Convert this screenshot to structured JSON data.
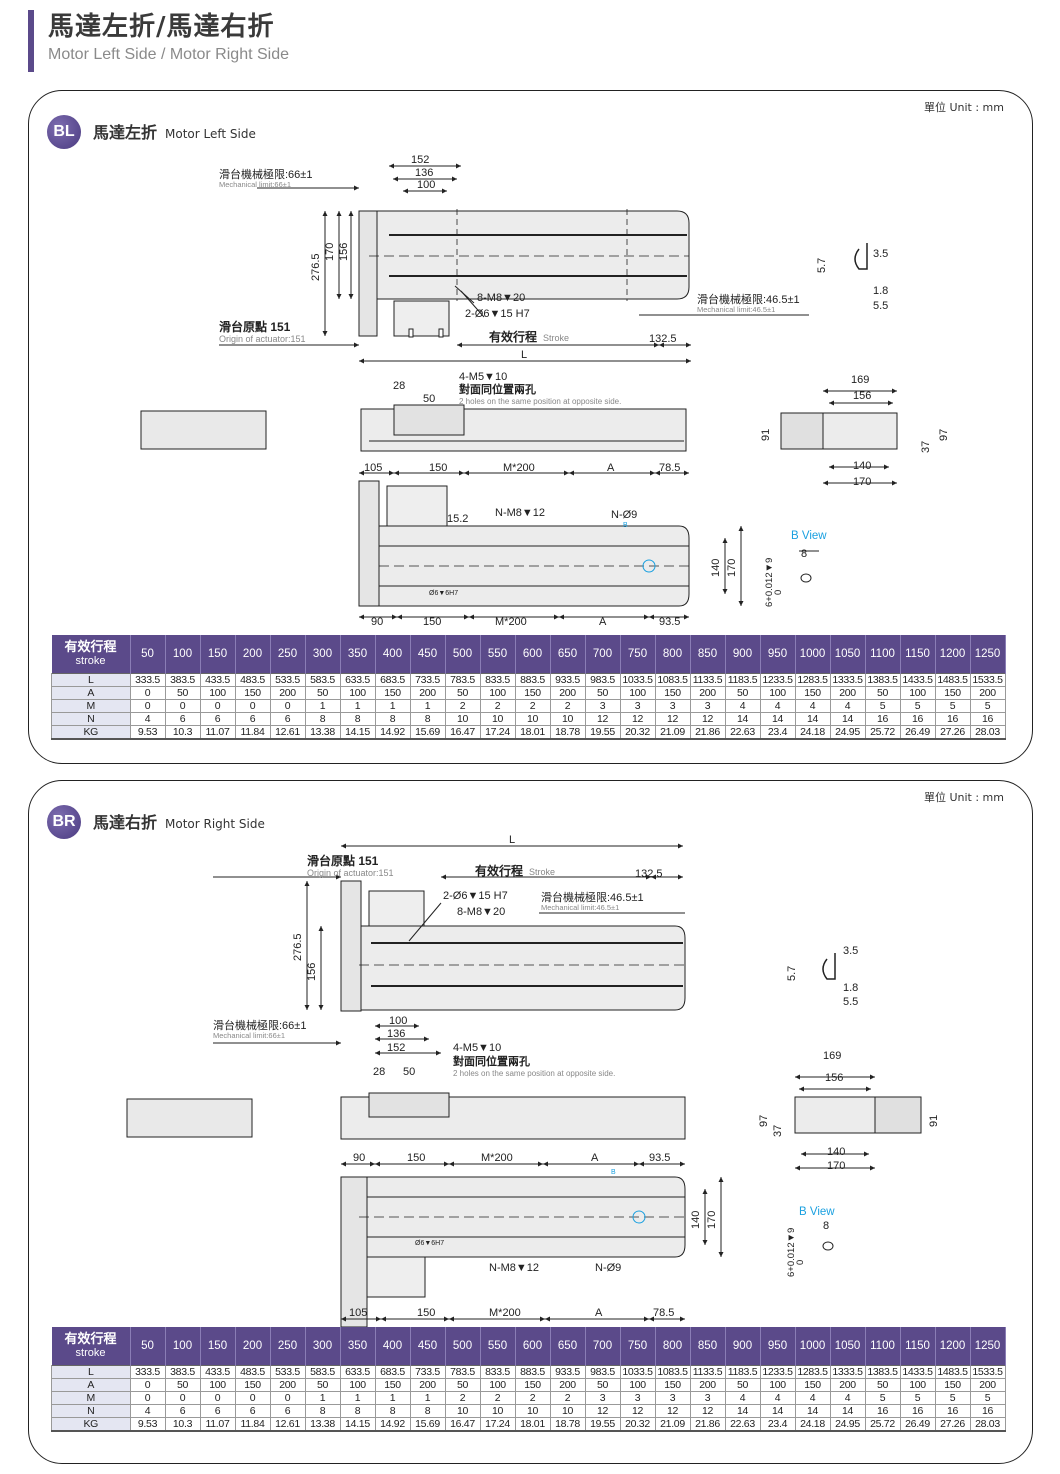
{
  "page": {
    "title": "馬達左折/馬達右折",
    "subtitle": "Motor Left Side / Motor Right Side"
  },
  "unit_label": "單位 Unit : mm",
  "sections": [
    {
      "badge": "BL",
      "title": "馬達左折",
      "subtitle": "Motor Left Side",
      "labels": {
        "mech_limit_left_zh": "滑台機械極限:66±1",
        "mech_limit_left_en": "Mechanical limit:66±1",
        "origin_zh": "滑台原點 151",
        "origin_en": "Origin of actuator:151",
        "stroke_zh": "有效行程",
        "stroke_en": "Stroke",
        "mech_limit_right_zh": "滑台機械極限:46.5±1",
        "mech_limit_right_en": "Mechanical limit:46.5±1",
        "hole_m8": "8-M8▼20",
        "hole_pin": "2-Ø6▼15 H7",
        "side_holes": "4-M5▼10",
        "side_holes_zh": "對面同位置兩孔",
        "side_holes_en": "2 holes on the same position at opposite side.",
        "n_m8": "N-M8▼12",
        "n_d9": "N-Ø9",
        "pin_hole": "Ø6▼6H7",
        "b_marker": "B",
        "b_view": "B View",
        "b_view_tol": "6+0.012▼9",
        "b_view_tol_low": "0"
      },
      "dims": {
        "d152": "152",
        "d136": "136",
        "d100": "100",
        "d170": "170",
        "d156": "156",
        "d2765": "276.5",
        "d1325": "132.5",
        "L": "L",
        "d35": "3.5",
        "d57": "5.7",
        "d18": "1.8",
        "d55": "5.5",
        "d28": "28",
        "d50": "50",
        "d169": "169",
        "d156b": "156",
        "d91": "91",
        "d97": "97",
        "d37": "37",
        "d140": "140",
        "d170b": "170",
        "d105": "105",
        "d150": "150",
        "dM200": "M*200",
        "dA": "A",
        "d785": "78.5",
        "d152b": "15.2",
        "d90": "90",
        "d935": "93.5",
        "d8": "8"
      }
    },
    {
      "badge": "BR",
      "title": "馬達右折",
      "subtitle": "Motor Right Side"
    }
  ],
  "table": {
    "header_zh": "有效行程",
    "header_en": "stroke",
    "strokes": [
      "50",
      "100",
      "150",
      "200",
      "250",
      "300",
      "350",
      "400",
      "450",
      "500",
      "550",
      "600",
      "650",
      "700",
      "750",
      "800",
      "850",
      "900",
      "950",
      "1000",
      "1050",
      "1100",
      "1150",
      "1200",
      "1250"
    ],
    "rows": [
      {
        "label": "L",
        "values": [
          "333.5",
          "383.5",
          "433.5",
          "483.5",
          "533.5",
          "583.5",
          "633.5",
          "683.5",
          "733.5",
          "783.5",
          "833.5",
          "883.5",
          "933.5",
          "983.5",
          "1033.5",
          "1083.5",
          "1133.5",
          "1183.5",
          "1233.5",
          "1283.5",
          "1333.5",
          "1383.5",
          "1433.5",
          "1483.5",
          "1533.5"
        ]
      },
      {
        "label": "A",
        "values": [
          "0",
          "50",
          "100",
          "150",
          "200",
          "50",
          "100",
          "150",
          "200",
          "50",
          "100",
          "150",
          "200",
          "50",
          "100",
          "150",
          "200",
          "50",
          "100",
          "150",
          "200",
          "50",
          "100",
          "150",
          "200"
        ]
      },
      {
        "label": "M",
        "values": [
          "0",
          "0",
          "0",
          "0",
          "0",
          "1",
          "1",
          "1",
          "1",
          "2",
          "2",
          "2",
          "2",
          "3",
          "3",
          "3",
          "3",
          "4",
          "4",
          "4",
          "4",
          "5",
          "5",
          "5",
          "5"
        ]
      },
      {
        "label": "N",
        "values": [
          "4",
          "6",
          "6",
          "6",
          "6",
          "8",
          "8",
          "8",
          "8",
          "10",
          "10",
          "10",
          "10",
          "12",
          "12",
          "12",
          "12",
          "14",
          "14",
          "14",
          "14",
          "16",
          "16",
          "16",
          "16"
        ]
      },
      {
        "label": "KG",
        "values": [
          "9.53",
          "10.3",
          "11.07",
          "11.84",
          "12.61",
          "13.38",
          "14.15",
          "14.92",
          "15.69",
          "16.47",
          "17.24",
          "18.01",
          "18.78",
          "19.55",
          "20.32",
          "21.09",
          "21.86",
          "22.63",
          "23.4",
          "24.18",
          "24.95",
          "25.72",
          "26.49",
          "27.26",
          "28.03"
        ]
      }
    ]
  },
  "colors": {
    "accent": "#5b4a8a",
    "row_header_bg": "#e4e6f2",
    "body_fill": "#e9e9e9",
    "b_view": "#1aa0e0"
  }
}
